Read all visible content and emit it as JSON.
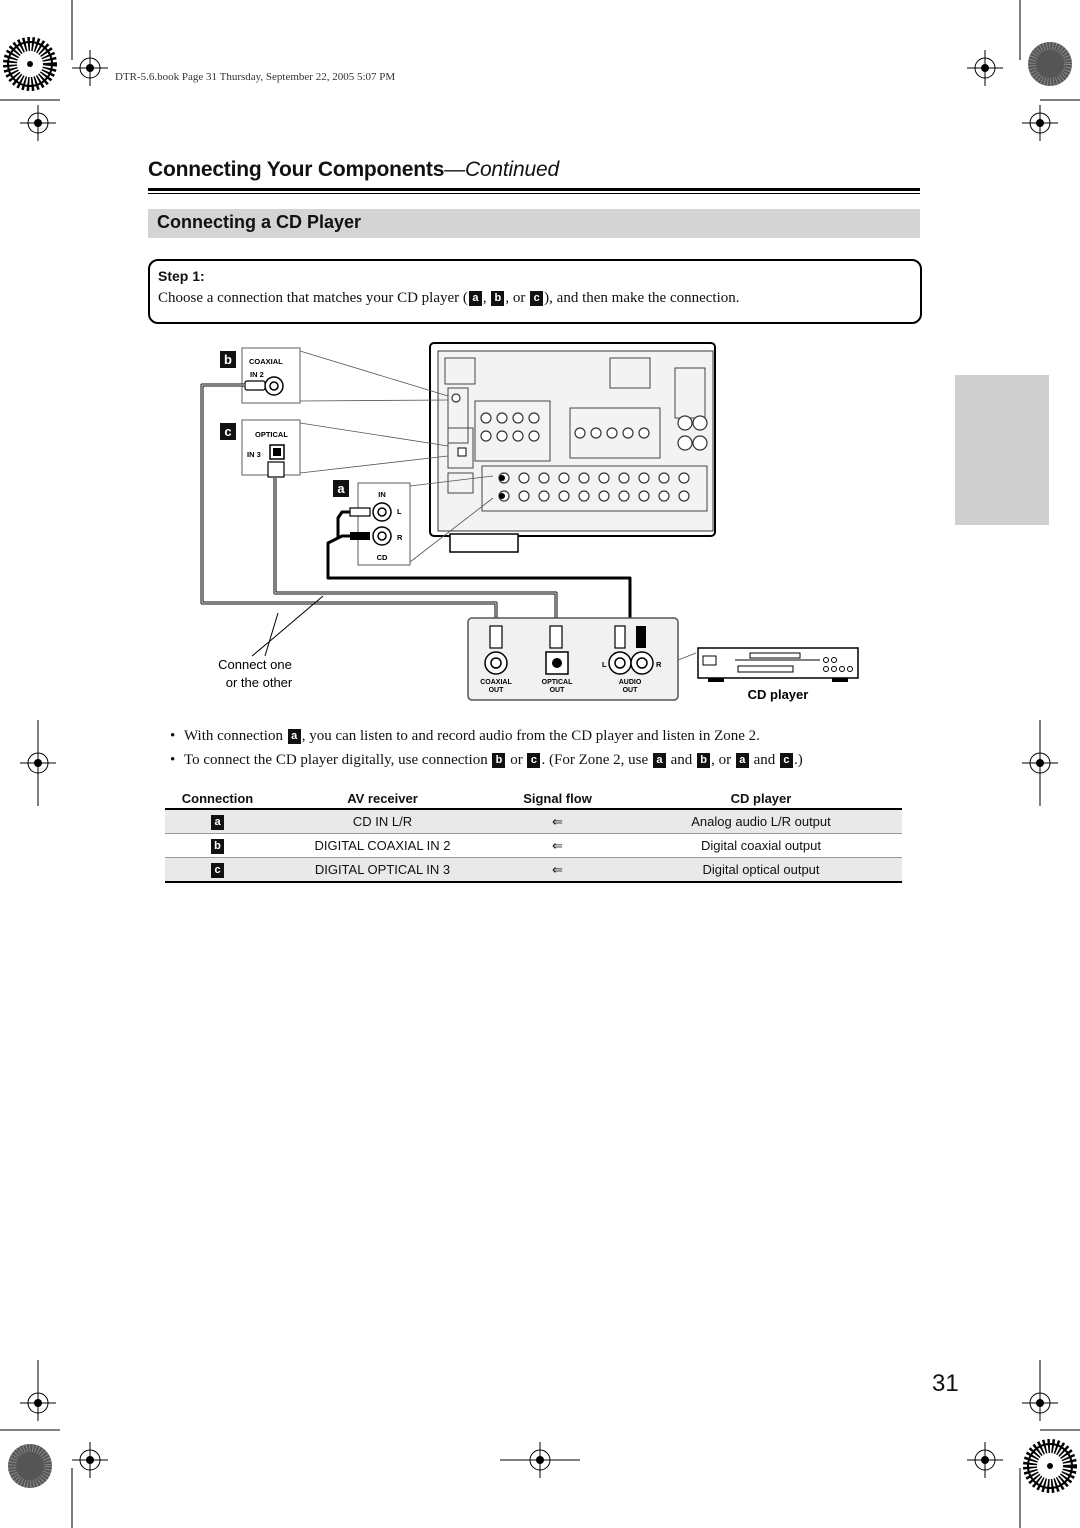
{
  "file_header": "DTR-5.6.book  Page 31  Thursday, September 22, 2005  5:07 PM",
  "section_title": "Connecting Your Components",
  "section_title_continued": "—Continued",
  "subsection_title": "Connecting a CD Player",
  "step": {
    "label": "Step 1:",
    "text_before": "Choose a connection that matches your CD player (",
    "sep1": ", ",
    "sep2": ", or ",
    "text_after": "), and then make the connection."
  },
  "markers": {
    "a": "a",
    "b": "b",
    "c": "c"
  },
  "diagram": {
    "receiver_coaxial_label": "COAXIAL",
    "receiver_coaxial_in": "IN 2",
    "receiver_optical_label": "OPTICAL",
    "receiver_optical_in": "IN 3",
    "receiver_analog_in": "IN",
    "receiver_analog_l": "L",
    "receiver_analog_r": "R",
    "receiver_analog_cd": "CD",
    "connect_note_line1": "Connect one",
    "connect_note_line2": "or the other",
    "player_coaxial_out_1": "COAXIAL",
    "player_coaxial_out_2": "OUT",
    "player_optical_out_1": "OPTICAL",
    "player_optical_out_2": "OUT",
    "player_audio_out_1": "AUDIO",
    "player_audio_out_2": "OUT",
    "player_l": "L",
    "player_r": "R",
    "cd_player_label": "CD player"
  },
  "bullets": [
    {
      "p1": "With connection ",
      "p2": ", you can listen to and record audio from the CD player and listen in Zone 2."
    },
    {
      "p1": "To connect the CD player digitally, use connection ",
      "p2": " or ",
      "p3": ". (For Zone 2, use ",
      "p4": " and ",
      "p5": ", or ",
      "p6": " and ",
      "p7": ".)"
    }
  ],
  "table": {
    "headers": [
      "Connection",
      "AV receiver",
      "Signal flow",
      "CD player"
    ],
    "rows": [
      {
        "connection": "a",
        "av_receiver": "CD IN L/R",
        "signal_flow": "⇐",
        "cd_player": "Analog audio L/R output"
      },
      {
        "connection": "b",
        "av_receiver": "DIGITAL COAXIAL IN 2",
        "signal_flow": "⇐",
        "cd_player": "Digital coaxial output"
      },
      {
        "connection": "c",
        "av_receiver": "DIGITAL OPTICAL IN 3",
        "signal_flow": "⇐",
        "cd_player": "Digital optical output"
      }
    ]
  },
  "page_number": "31"
}
